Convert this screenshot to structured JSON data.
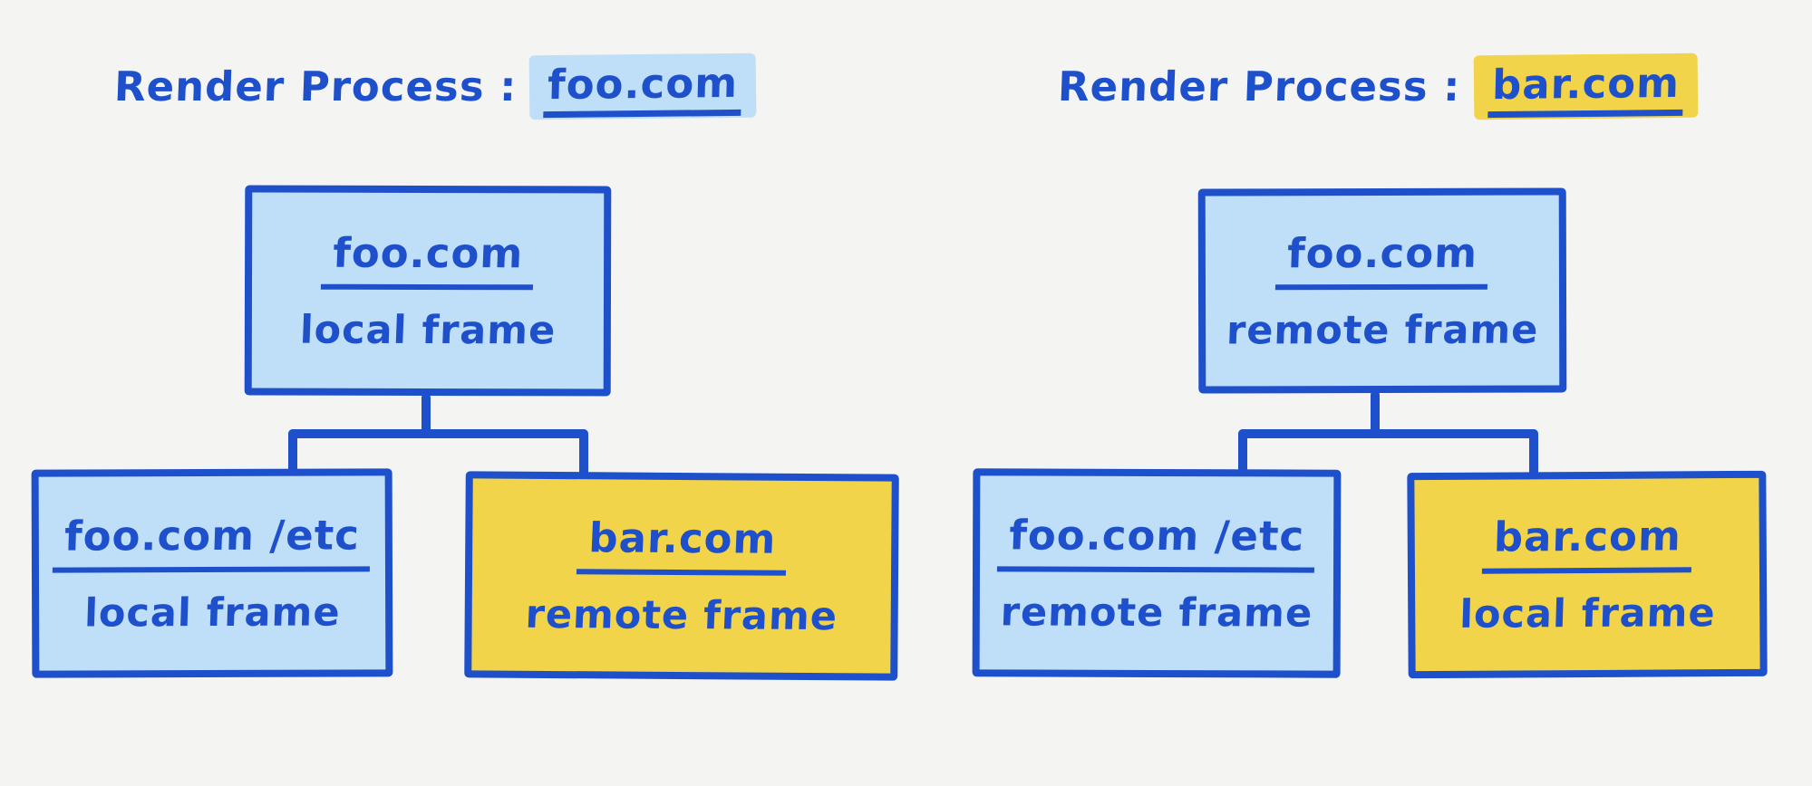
{
  "diagram": {
    "background": "#f4f4f2",
    "ink_color": "#1e50cc",
    "blue_fill": "#bfdef7",
    "yellow_fill": "#f2d44a",
    "trees": [
      {
        "title_prefix": "Render Process :",
        "process": "foo.com",
        "process_highlight": "#bfdef7",
        "root": {
          "site": "foo.com",
          "frame": "local frame",
          "fill": "#bfdef7"
        },
        "children": [
          {
            "site": "foo.com /etc",
            "frame": "local frame",
            "fill": "#bfdef7"
          },
          {
            "site": "bar.com",
            "frame": "remote frame",
            "fill": "#f2d44a"
          }
        ]
      },
      {
        "title_prefix": "Render Process :",
        "process": "bar.com",
        "process_highlight": "#f2d44a",
        "root": {
          "site": "foo.com",
          "frame": "remote frame",
          "fill": "#bfdef7"
        },
        "children": [
          {
            "site": "foo.com /etc",
            "frame": "remote frame",
            "fill": "#bfdef7"
          },
          {
            "site": "bar.com",
            "frame": "local frame",
            "fill": "#f2d44a"
          }
        ]
      }
    ]
  }
}
